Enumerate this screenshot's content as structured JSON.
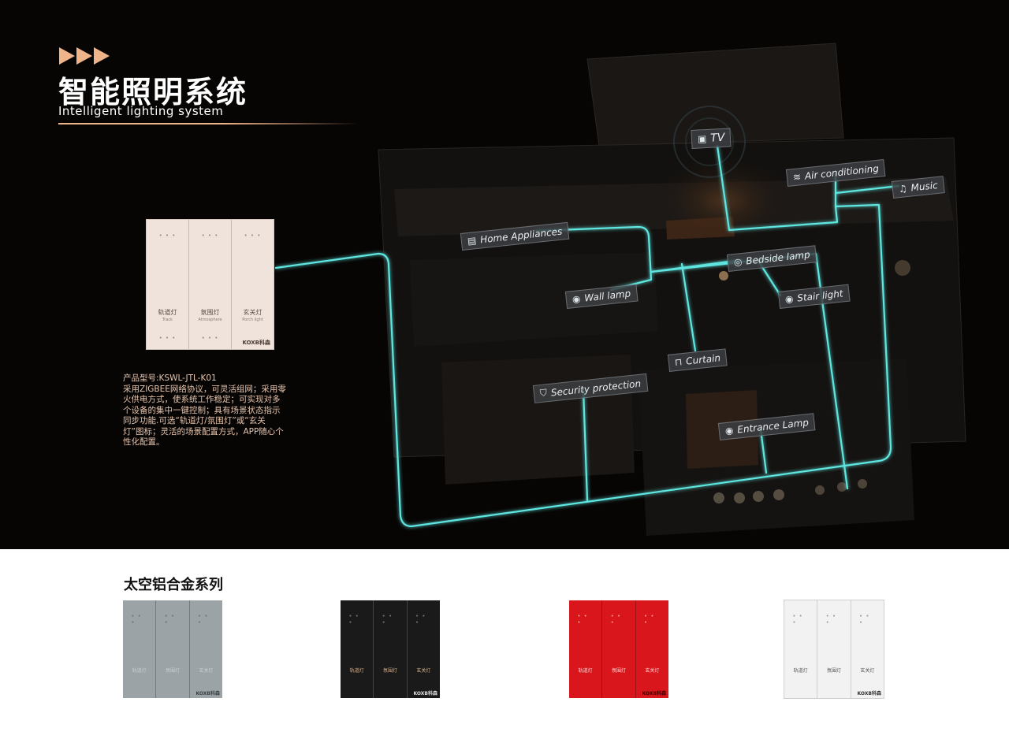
{
  "header": {
    "title_cn": "智能照明系统",
    "title_en": "Intelligent lighting system"
  },
  "product": {
    "keys": [
      {
        "label": "轨道灯",
        "sub": "Track"
      },
      {
        "label": "氛围灯",
        "sub": "Atmosphere"
      },
      {
        "label": "玄关灯",
        "sub": "Porch light"
      }
    ],
    "brand": "KOXB科森",
    "description": [
      "产品型号:KSWL-JTL-K01",
      "采用ZIGBEE网络协议，可灵活组网；采用零",
      "火供电方式，使系统工作稳定；可实现对多",
      "个设备的集中一键控制；具有场景状态指示",
      "同步功能.可选“轨道灯/氛围灯”或“玄关",
      "灯”图标；灵活的场景配置方式，APP随心个",
      "性化配置。"
    ]
  },
  "plan_labels": {
    "tv": "TV",
    "air": "Air conditioning",
    "music": "Music",
    "home": "Home Appliances",
    "bedside": "Bedside lamp",
    "wall": "Wall lamp",
    "stair": "Stair light",
    "curtain": "Curtain",
    "security": "Security protection",
    "entrance": "Entrance Lamp"
  },
  "icons": {
    "tv": "tv-icon",
    "air": "air-conditioner-icon",
    "music": "music-note-icon",
    "home": "appliance-icon",
    "bedside": "bedside-lamp-icon",
    "wall": "wall-lamp-icon",
    "stair": "stair-light-icon",
    "curtain": "curtain-icon",
    "security": "shield-icon",
    "entrance": "entrance-lamp-icon"
  },
  "colors": {
    "accent": "#f0b48a",
    "network_line": "#5ee6e0",
    "gray_variant": "#9ba3a6",
    "black_variant": "#1a1a1a",
    "red_variant": "#d8161b",
    "white_variant": "#f2f2f2"
  },
  "series": {
    "title": "太空铝合金系列"
  }
}
